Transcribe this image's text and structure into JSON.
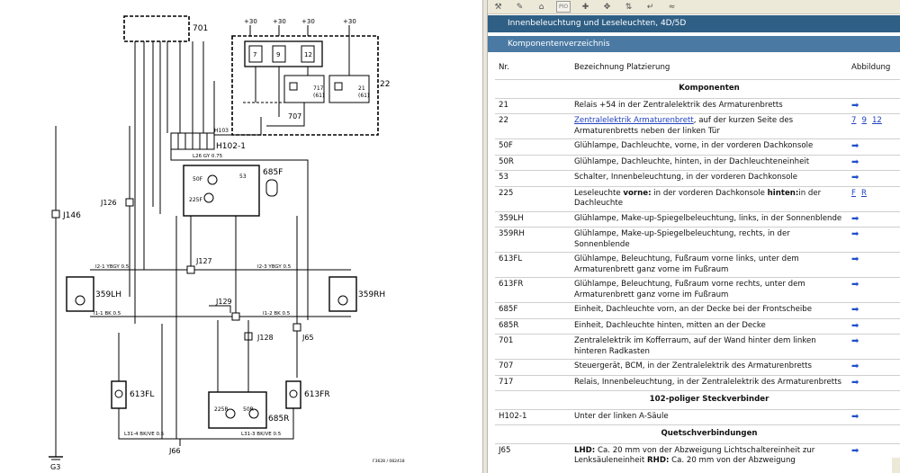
{
  "diagram": {
    "connector_701": "701",
    "block_22": "22",
    "plus30_labels": [
      "+30",
      "+30",
      "+30",
      "+30"
    ],
    "fuse_labels": [
      "7",
      "9",
      "12"
    ],
    "relay_717": "717",
    "relay_717_sub": "(61)",
    "relay_21": "21",
    "relay_21_sub": "(61)",
    "ecu_707": "707",
    "h102": "H102-1",
    "h103": "H103",
    "block_685F": "685F",
    "lamp_50F": "50F",
    "lamp_53": "53",
    "lamp_225F": "225F",
    "j126": "J126",
    "j146": "J146",
    "j127": "J127",
    "j129": "J129",
    "j128": "J128",
    "j65": "J65",
    "j66": "J66",
    "g3": "G3",
    "lamp_359LH": "359LH",
    "lamp_359RH": "359RH",
    "lamp_613FL": "613FL",
    "lamp_613FR": "613FR",
    "block_685R": "685R",
    "lamp_225R": "225R",
    "lamp_50R": "50R",
    "wire_l26": "L26  GY  0.75",
    "wire_i2_1": "I2-1  YBGY  0.5",
    "wire_i2_3": "I2-3  YBGY  0.5",
    "wire_i1_1": "I1-1  BK  0.5",
    "wire_i1_2": "I1-2  BK  0.5",
    "wire_l31_4": "L31-4  BK/VE  0.5",
    "wire_l31_3": "L31-3  BK/VE  0.5",
    "footer_code": "F3628 / 082418"
  },
  "toolbar": {
    "icons": [
      "tools-icon",
      "wrench-icon",
      "pickup-icon",
      "pio-icon",
      "cross-icon",
      "move-icon",
      "sort-icon",
      "wrap-icon",
      "tilde-icon"
    ],
    "pio_label": "PIO"
  },
  "header": {
    "title": "Innenbeleuchtung und Leseleuchten, 4D/5D",
    "subtitle": "Komponentenverzeichnis"
  },
  "table": {
    "col_nr": "Nr.",
    "col_bez": "Bezeichnung Platzierung",
    "col_abb": "Abbildung",
    "section_komponenten": "Komponenten",
    "section_stecker": "102-poliger Steckverbinder",
    "section_quetsch": "Quetschverbindungen",
    "rows": [
      {
        "nr": "21",
        "text": "Relais +54 in der Zentralelektrik des Armaturenbretts"
      },
      {
        "nr": "22",
        "link": "Zentralelektrik Armaturenbrett",
        "text": ", auf der kurzen Seite des Armaturenbretts neben der linken Tür",
        "abb": [
          "7",
          "9",
          "12"
        ]
      },
      {
        "nr": "50F",
        "text": "Glühlampe, Dachleuchte, vorne, in der vorderen Dachkonsole"
      },
      {
        "nr": "50R",
        "text": "Glühlampe, Dachleuchte, hinten, in der Dachleuchteneinheit"
      },
      {
        "nr": "53",
        "text": "Schalter, Innenbeleuchtung, in der vorderen Dachkonsole"
      },
      {
        "nr": "225",
        "pre": "Leseleuchte ",
        "bold1": "vorne:",
        "mid": " in der vorderen Dachkonsole ",
        "bold2": "hinten:",
        "post": "in der Dachleuchte",
        "abb": [
          "F",
          "R"
        ]
      },
      {
        "nr": "359LH",
        "text": "Glühlampe, Make-up-Spiegelbeleuchtung, links, in der Sonnenblende"
      },
      {
        "nr": "359RH",
        "text": "Glühlampe, Make-up-Spiegelbeleuchtung, rechts, in der Sonnenblende"
      },
      {
        "nr": "613FL",
        "text": "Glühlampe, Beleuchtung, Fußraum vorne links, unter dem Armaturenbrett ganz vorne im Fußraum"
      },
      {
        "nr": "613FR",
        "text": "Glühlampe, Beleuchtung, Fußraum vorne rechts, unter dem Armaturenbrett ganz vorne im Fußraum"
      },
      {
        "nr": "685F",
        "text": "Einheit, Dachleuchte vorn, an der Decke bei der Frontscheibe"
      },
      {
        "nr": "685R",
        "text": "Einheit, Dachleuchte hinten, mitten an der Decke"
      },
      {
        "nr": "701",
        "text": "Zentralelektrik im Kofferraum, auf der Wand hinter dem linken hinteren Radkasten"
      },
      {
        "nr": "707",
        "text": "Steuergerät, BCM, in der Zentralelektrik des Armaturenbretts"
      },
      {
        "nr": "717",
        "text": "Relais, Innenbeleuchtung, in der Zentralelektrik des Armaturenbretts"
      }
    ],
    "stecker_rows": [
      {
        "nr": "H102-1",
        "text": "Unter der linken A-Säule"
      }
    ],
    "quetsch_rows": [
      {
        "nr": "J65",
        "bold1": "LHD:",
        "mid": " Ca. 20 mm von der Abzweigung Lichtschaltereinheit zur Lenksäuleneinheit ",
        "bold2": "RHD:",
        "post": " Ca. 20 mm von der Abzweigung"
      }
    ]
  },
  "colors": {
    "title_bar": "#2f5f85",
    "sub_bar": "#4a79a3",
    "link": "#1f3fbf",
    "arrow": "#1f4fc9"
  }
}
